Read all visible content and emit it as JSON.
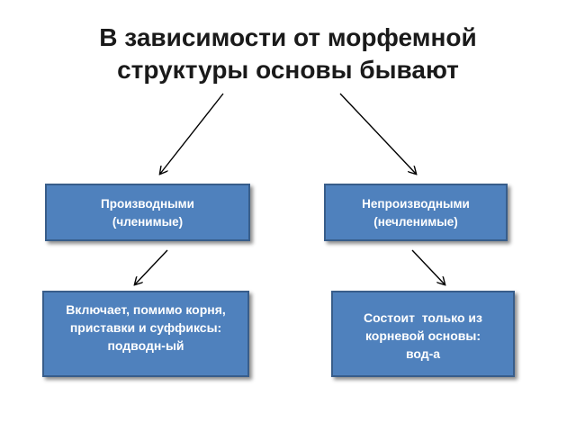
{
  "title": {
    "line1": "В зависимости от морфемной",
    "line2": "структуры основы бывают"
  },
  "boxes": {
    "derivative": {
      "line1": "Производными",
      "line2": "(членимые)"
    },
    "nonderivative": {
      "line1": "Непроизводными",
      "line2": "(нечленимые)"
    },
    "includes": {
      "line1": "Включает, помимо корня,",
      "line2": "приставки и суффиксы:",
      "line3": "подводн-ый"
    },
    "consists": {
      "line1": "Состоит  только из",
      "line2": "корневой основы:",
      "line3": "вод-а"
    }
  },
  "colors": {
    "box_fill": "#4f81bd",
    "box_border": "#385d8a",
    "box_text": "#ffffff",
    "title_text": "#1a1a1a",
    "arrow": "#000000"
  }
}
